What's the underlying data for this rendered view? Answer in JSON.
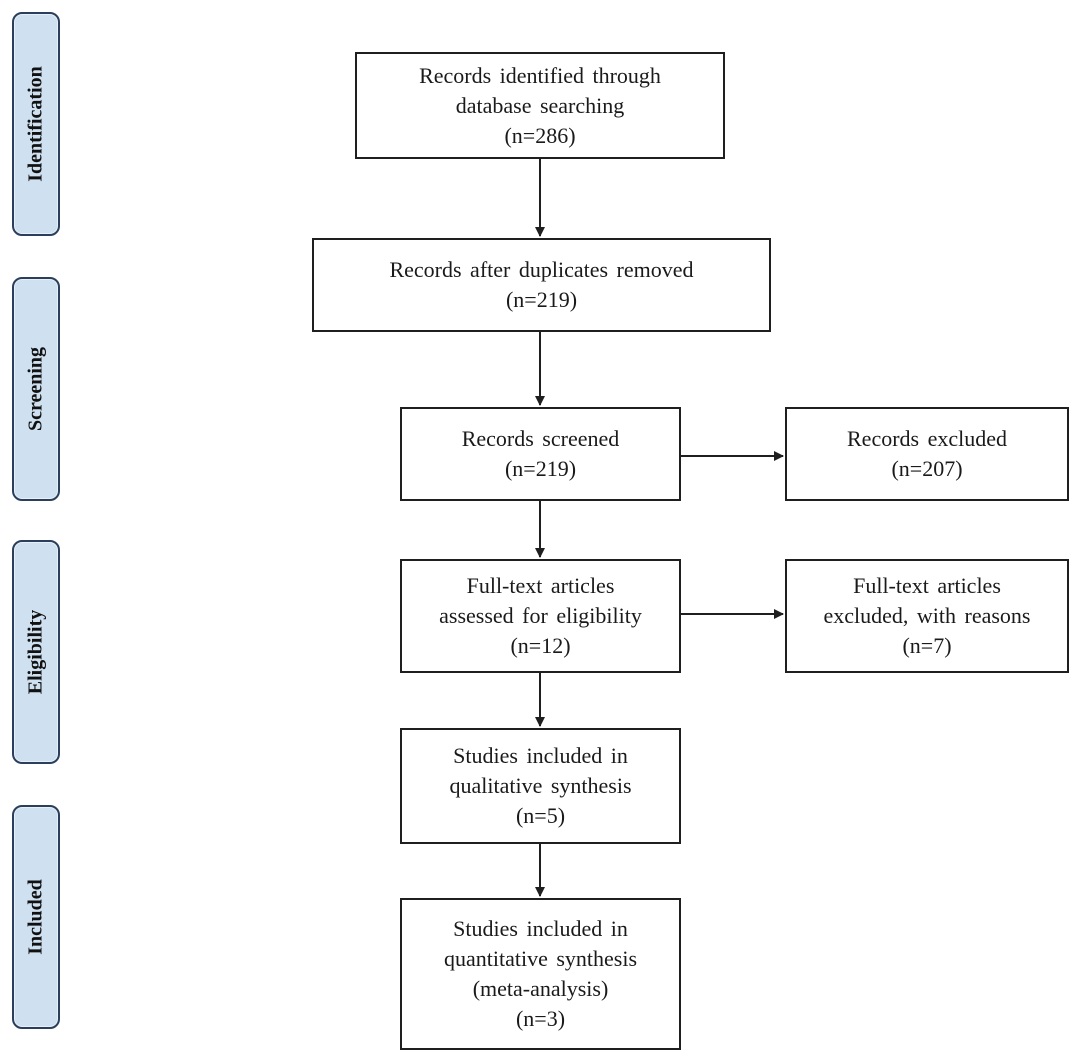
{
  "phases": {
    "identification": "Identification",
    "screening": "Screening",
    "eligibility": "Eligibility",
    "included": "Included"
  },
  "boxes": {
    "identified": {
      "line1": "Records identified through",
      "line2": "database searching",
      "count": "(n=286)"
    },
    "duplicates_removed": {
      "line1": "Records after duplicates removed",
      "count": "(n=219)"
    },
    "screened": {
      "line1": "Records screened",
      "count": "(n=219)"
    },
    "excluded": {
      "line1": "Records excluded",
      "count": "(n=207)"
    },
    "fulltext_assessed": {
      "line1": "Full-text articles",
      "line2": "assessed for eligibility",
      "count": "(n=12)"
    },
    "fulltext_excluded": {
      "line1": "Full-text articles",
      "line2": "excluded, with reasons",
      "count": "(n=7)"
    },
    "qualitative": {
      "line1": "Studies included in",
      "line2": "qualitative synthesis",
      "count": "(n=5)"
    },
    "quantitative": {
      "line1": "Studies included in",
      "line2": "quantitative synthesis",
      "line3": "(meta-analysis)",
      "count": "(n=3)"
    }
  }
}
